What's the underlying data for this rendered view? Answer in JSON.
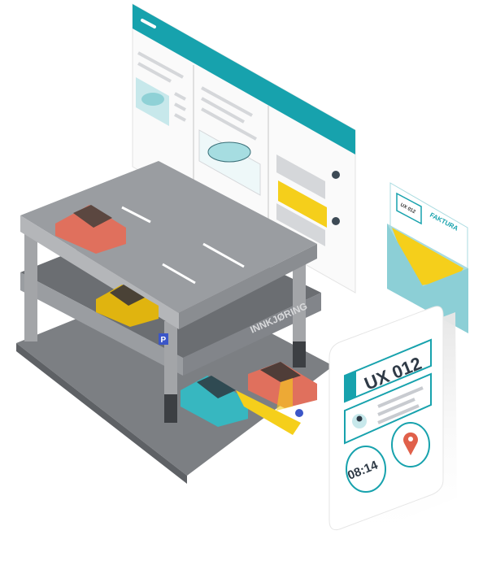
{
  "garage": {
    "entrance_sign": "INNKJØRING",
    "parking_sign": "P"
  },
  "invoice": {
    "plate": "UX 012",
    "title": "FAKTURA"
  },
  "phone_card": {
    "plate": "UX 012",
    "time": "08:14"
  },
  "colors": {
    "teal": "#17a2ad",
    "yellow": "#f5cf1b",
    "coral": "#e0705d",
    "concrete": "#8f9296",
    "light_teal": "#a9dbe0"
  }
}
